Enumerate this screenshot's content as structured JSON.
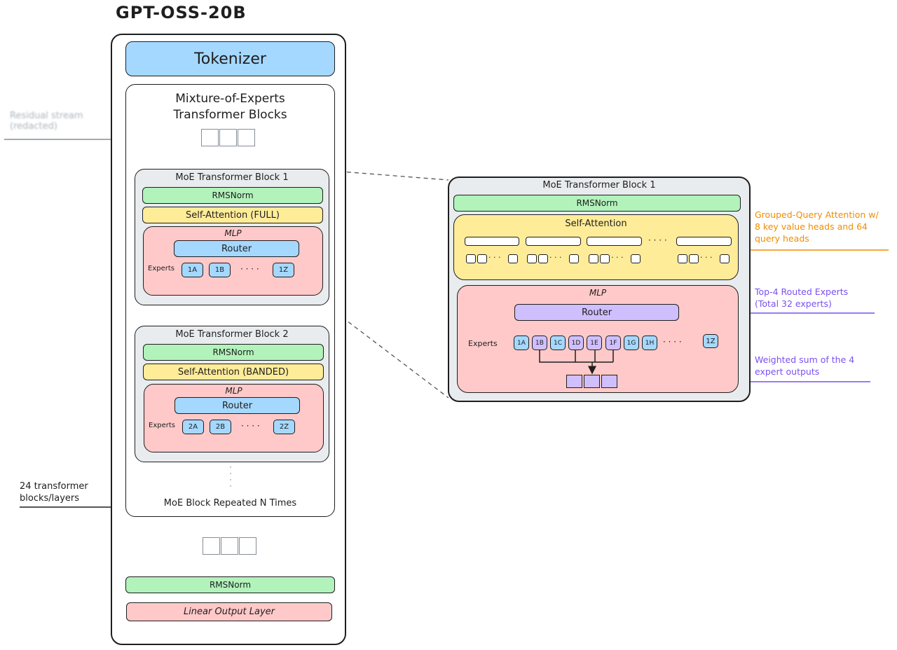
{
  "title": "GPT-OSS-20B",
  "tokenizer": "Tokenizer",
  "moe_container": {
    "title_line1": "Mixture-of-Experts",
    "title_line2": "Transformer Blocks",
    "footer": "MoE Block Repeated N Times",
    "ellipsis": "⋮"
  },
  "residual_label": {
    "line1": "Residual stream",
    "line2": "(redacted)"
  },
  "layers_label": {
    "line1": "24 transformer",
    "line2": "blocks/layers"
  },
  "blocks": [
    {
      "title": "MoE Transformer Block 1",
      "norm": "RMSNorm",
      "attention": "Self-Attention (FULL)",
      "mlp": "MLP",
      "router": "Router",
      "experts_label": "Experts",
      "experts": [
        "1A",
        "1B",
        "1Z"
      ],
      "dots": "· · · ·"
    },
    {
      "title": "MoE Transformer Block 2",
      "norm": "RMSNorm",
      "attention": "Self-Attention (BANDED)",
      "mlp": "MLP",
      "router": "Router",
      "experts_label": "Experts",
      "experts": [
        "2A",
        "2B",
        "2Z"
      ],
      "dots": "· · · ·"
    }
  ],
  "final_norm": "RMSNorm",
  "output_layer": "Linear Output Layer",
  "detail": {
    "title": "MoE Transformer Block 1",
    "norm": "RMSNorm",
    "attention": "Self-Attention",
    "mlp": "MLP",
    "router": "Router",
    "experts_label": "Experts",
    "experts": [
      {
        "id": "1A",
        "selected": false
      },
      {
        "id": "1B",
        "selected": true
      },
      {
        "id": "1C",
        "selected": false
      },
      {
        "id": "1D",
        "selected": true
      },
      {
        "id": "1E",
        "selected": true
      },
      {
        "id": "1F",
        "selected": true
      },
      {
        "id": "1G",
        "selected": false
      },
      {
        "id": "1H",
        "selected": false
      }
    ],
    "last_expert": "1Z",
    "dots": "· · · ·",
    "head_dots": "· · · ·",
    "small_dots": "· · ·"
  },
  "annotations": {
    "gqa": {
      "line1": "Grouped-Query Attention w/",
      "line2": "8 key value heads and 64",
      "line3": "query heads",
      "color": "#f08c00"
    },
    "routed": {
      "line1": "Top-4 Routed Experts",
      "line2": "(Total 32 experts)",
      "color": "#7950f2"
    },
    "weighted": {
      "line1": "Weighted sum of the 4",
      "line2": "expert outputs",
      "color": "#7950f2"
    }
  },
  "colors": {
    "norm": "#b2f2bb",
    "attention": "#ffec99",
    "mlp": "#ffc9c9",
    "router_blue": "#a5d8ff",
    "selected_purple": "#d0bfff",
    "block_grey": "#e9ecef"
  }
}
